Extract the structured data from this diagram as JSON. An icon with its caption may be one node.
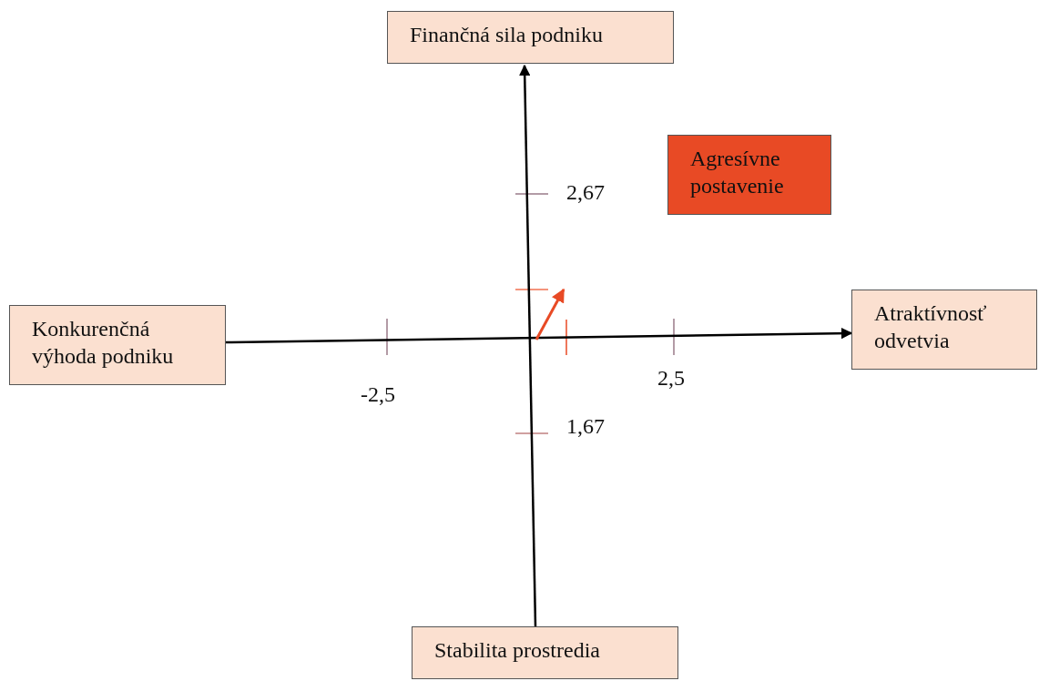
{
  "diagram": {
    "nodes": [
      {
        "text": [
          "Finančná sila podniku"
        ]
      },
      {
        "text": [
          "Konkurenčná výhoda podniku"
        ]
      },
      {
        "text": [
          "Atraktívnosť odvetvia"
        ]
      },
      {
        "text": [
          "Agresívne postavenie"
        ]
      },
      {
        "text": [
          "Stabilita prostredia"
        ]
      }
    ],
    "edges": [
      {
        "from": 4,
        "to": 0,
        "arrow": "to"
      },
      {
        "from": 1,
        "to": 2,
        "arrow": "to"
      }
    ],
    "labels": [
      "2,67",
      "-2,5",
      "2,5",
      "1,67"
    ]
  }
}
